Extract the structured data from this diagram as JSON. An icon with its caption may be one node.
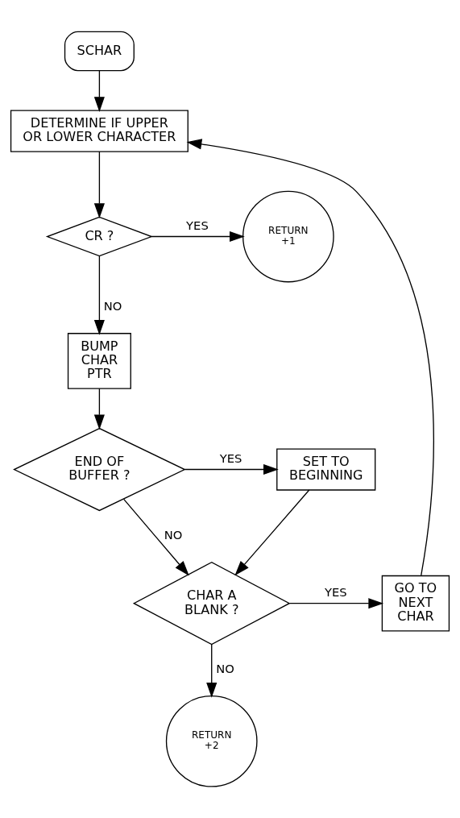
{
  "diagram": {
    "nodes": [
      {
        "text": [
          "SCHAR"
        ]
      },
      {
        "text": [
          "DETERMINE IF UPPER OR LOWER CHARACTER"
        ]
      },
      {
        "text": [
          "CR ?"
        ]
      },
      {
        "text": [
          "RETURN +1"
        ]
      },
      {
        "text": [
          "BUMP CHAR PTR"
        ]
      },
      {
        "text": [
          "END OF BUFFER ?"
        ]
      },
      {
        "text": [
          "SET TO BEGINNING"
        ]
      },
      {
        "text": [
          "CHAR A BLANK ?"
        ]
      },
      {
        "text": [
          "RETURN +2"
        ]
      },
      {
        "text": [
          "GO TO NEXT CHAR"
        ]
      }
    ],
    "edges": [
      {
        "from": 0,
        "to": 1,
        "arrow": "to"
      },
      {
        "from": 9,
        "to": 1,
        "arrow": "to"
      },
      {
        "from": 1,
        "to": 2,
        "arrow": "to"
      },
      {
        "from": 2,
        "to": 3,
        "label": "YES",
        "arrow": "to"
      },
      {
        "from": 2,
        "to": 4,
        "label": "NO",
        "arrow": "to"
      },
      {
        "from": 4,
        "to": 5,
        "arrow": "to"
      },
      {
        "from": 5,
        "to": 6,
        "label": "YES",
        "arrow": "to"
      },
      {
        "from": 5,
        "to": 7,
        "label": "NO",
        "arrow": "to"
      },
      {
        "from": 6,
        "to": 7,
        "arrow": "to"
      },
      {
        "from": 7,
        "to": 8,
        "label": "NO",
        "arrow": "to"
      },
      {
        "from": 7,
        "to": 9,
        "label": "YES",
        "arrow": "to"
      }
    ]
  }
}
